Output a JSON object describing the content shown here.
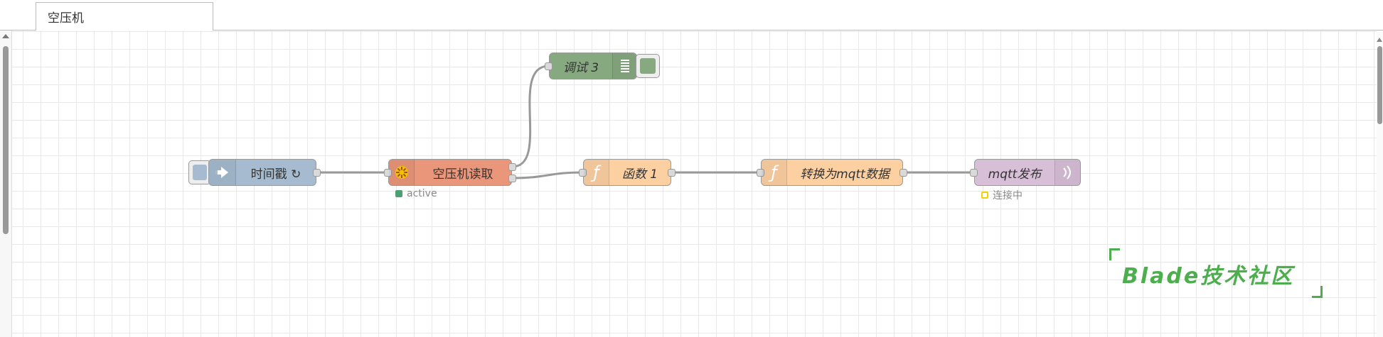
{
  "tabs": [
    {
      "label": "空压机"
    }
  ],
  "nodes": {
    "inject": {
      "label": "时间戳 ↻",
      "color": "#a6bbcf",
      "icon": "arrow-right-icon"
    },
    "modbus": {
      "label": "空压机读取",
      "color": "#e9967a",
      "icon": "modbus-gear-icon",
      "status": {
        "text": "active",
        "color": "#4c9e73"
      }
    },
    "debug": {
      "label": "调试 3",
      "color": "#87a980",
      "icon": "debug-list-icon"
    },
    "func1": {
      "label": "函数 1",
      "color": "#fdd0a2",
      "icon": "function-icon",
      "icon_glyph": "ƒ"
    },
    "func2": {
      "label": "转换为mqtt数据",
      "color": "#fdd0a2",
      "icon": "function-icon",
      "icon_glyph": "ƒ"
    },
    "mqtt": {
      "label": "mqtt发布",
      "color": "#d8bfd8",
      "icon": "wifi-broadcast-icon",
      "status": {
        "text": "连接中",
        "color": "#f2d200"
      }
    }
  },
  "watermark": {
    "text": "Blade技术社区",
    "color": "#4cae4c"
  }
}
